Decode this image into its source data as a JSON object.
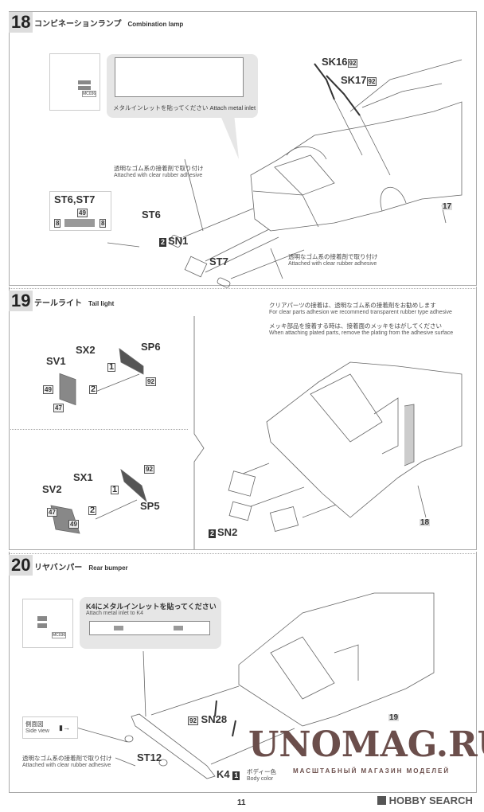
{
  "page_number": "11",
  "step18": {
    "number": "18",
    "title_jp": "コンビネーションランプ",
    "title_en": "Combination lamp",
    "bubble_jp": "メタルインレットを貼ってください",
    "bubble_en": "Attach metal inlet",
    "palette_code": "MC036",
    "adhesive_jp": "透明なゴム系の接着剤で取り付け",
    "adhesive_en": "Attached with clear rubber adhesive",
    "parts": {
      "sk16": "SK16",
      "sk17": "SK17",
      "st6": "ST6",
      "st7": "ST7",
      "sn1": "SN1",
      "sn1_tree": "2"
    },
    "color_92": "92",
    "inset_title": "ST6,ST7",
    "inset_c1": "49",
    "inset_c2": "8",
    "ref": "17"
  },
  "step19": {
    "number": "19",
    "title_jp": "テールライト",
    "title_en": "Tail light",
    "note1_jp": "クリアパーツの接着は、透明なゴム系の接着剤をお勧めします",
    "note1_en": "For clear parts adhesion we recommend transparent rubber type adhesive",
    "note2_jp": "メッキ部品を接着する時は、接着面のメッキをはがしてください",
    "note2_en": "When attaching plated parts, remove the plating from the adhesive surface",
    "upper": {
      "sv": "SV1",
      "sx": "SX2",
      "sp": "SP6",
      "c49": "49",
      "c47": "47",
      "c92": "92",
      "n1": "1",
      "n2": "2"
    },
    "lower": {
      "sv": "SV2",
      "sx": "SX1",
      "sp": "SP5",
      "c49": "49",
      "c47": "47",
      "c92": "92",
      "n1": "1",
      "n2": "2"
    },
    "sn2": "SN2",
    "sn2_tree": "2",
    "ref": "18"
  },
  "step20": {
    "number": "20",
    "title_jp": "リヤバンパー",
    "title_en": "Rear bumper",
    "bubble_jp": "K4にメタルインレットを貼ってください",
    "bubble_en": "Attach metal inlet to K4",
    "palette_code": "MC036",
    "side_view_jp": "側面図",
    "side_view_en": "Side view",
    "adhesive_jp": "透明なゴム系の接着剤で取り付け",
    "adhesive_en": "Attached with clear rubber adhesive",
    "st12": "ST12",
    "sn28": "SN28",
    "sn28_color": "92",
    "k4": "K4",
    "k4_tree": "1",
    "body_color_jp": "ボディー色",
    "body_color_en": "Body color",
    "ref": "19"
  },
  "watermark": {
    "main": "UNOMAG.RU",
    "sub": "МАСШТАБНЫЙ МАГАЗИН МОДЕЛЕЙ"
  },
  "brand": "HOBBY SEARCH"
}
